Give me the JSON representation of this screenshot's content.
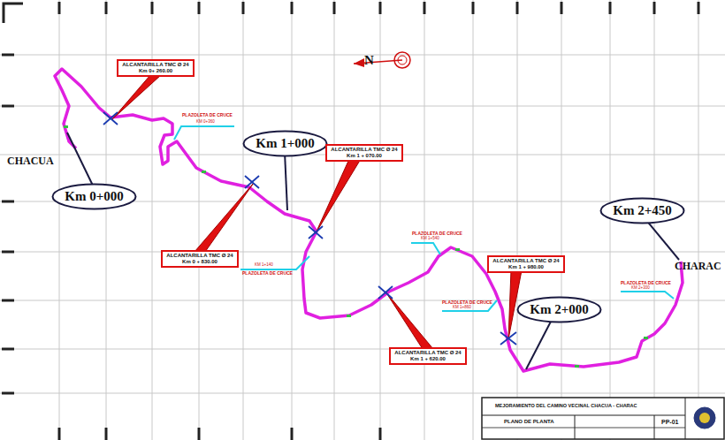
{
  "diagram": {
    "nodes": [
      {
        "text": [
          "ALCANTARILLA TMC Ø 24",
          "Km 0+ 260.00"
        ]
      },
      {
        "text": [
          "Km 0+000"
        ]
      },
      {
        "text": [
          "Km 1+000"
        ]
      },
      {
        "text": [
          "ALCANTARILLA TMC Ø 24",
          "Km 1 + 070.00"
        ]
      },
      {
        "text": [
          "Km 2+450"
        ]
      },
      {
        "text": [
          "ALCANTARILLA TMC Ø 24",
          "Km 0 + 830.00"
        ]
      },
      {
        "text": [
          "ALCANTARILLA TMC Ø 24",
          "Km 1 + 980.00"
        ]
      },
      {
        "text": [
          "Km 2+000"
        ]
      },
      {
        "text": [
          "ALCANTARILLA TMC Ø 24",
          "Km 1 + 620.00"
        ]
      }
    ],
    "labels": [
      "N",
      "CHACUA",
      "CHARAC",
      "PLAZOLETA DE CRUCE",
      "KM 0+360",
      "PLAZOLETA DE CRUCE",
      "KM 1+140",
      "PLAZOLETA DE CRUCE",
      "KM 1+540",
      "PLAZOLETA DE CRUCE",
      "KM 1+860",
      "PLAZOLETA DE CRUCE",
      "KM 2+300",
      "MEJORAMIENTO DEL CAMINO VECINAL CHACUA - CHARAC",
      "PLANO DE PLANTA",
      "PP-01"
    ]
  }
}
